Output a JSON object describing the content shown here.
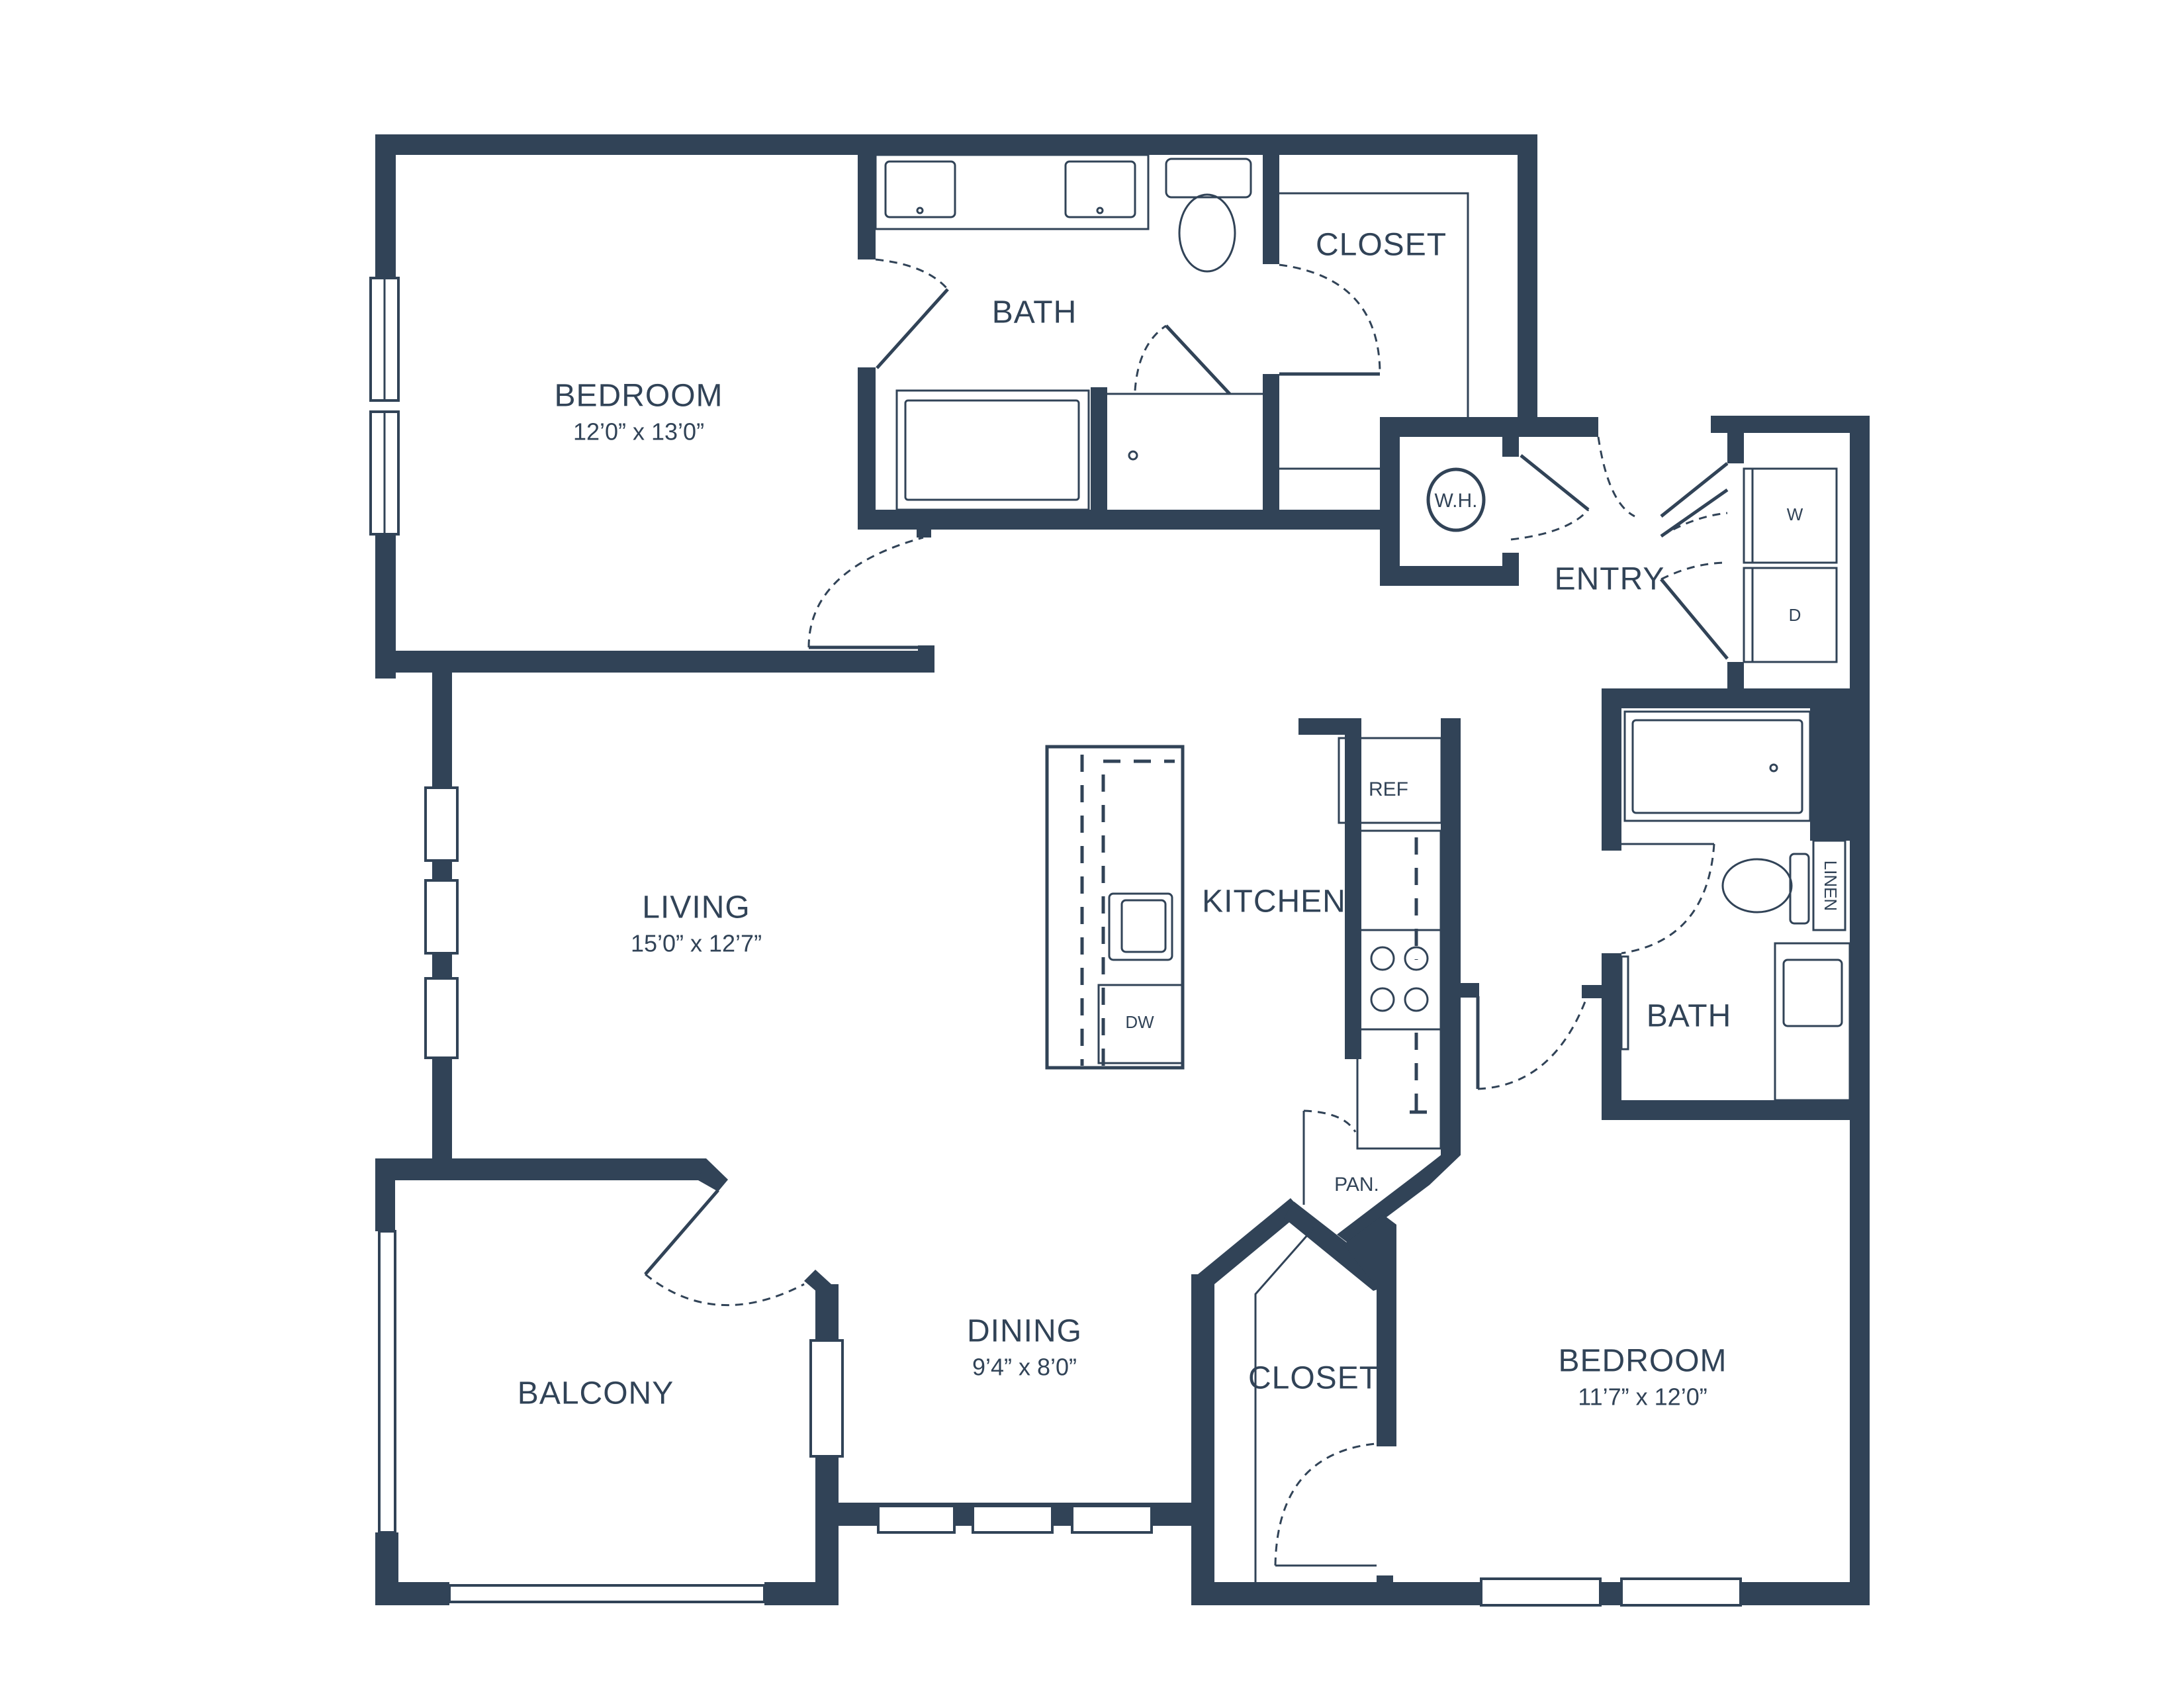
{
  "plan": {
    "wall_color": "#314357",
    "background": "#ffffff",
    "rooms": [
      {
        "id": "bedroom-1",
        "label": "BEDROOM",
        "dimensions": "12’0” x 13’0”"
      },
      {
        "id": "bath-1",
        "label": "BATH"
      },
      {
        "id": "closet-1",
        "label": "CLOSET"
      },
      {
        "id": "entry",
        "label": "ENTRY"
      },
      {
        "id": "living",
        "label": "LIVING",
        "dimensions": "15’0” x 12’7”"
      },
      {
        "id": "kitchen",
        "label": "KITCHEN"
      },
      {
        "id": "bath-2",
        "label": "BATH"
      },
      {
        "id": "balcony",
        "label": "BALCONY"
      },
      {
        "id": "dining",
        "label": "DINING",
        "dimensions": "9’4” x 8’0”"
      },
      {
        "id": "closet-2",
        "label": "CLOSET"
      },
      {
        "id": "bedroom-2",
        "label": "BEDROOM",
        "dimensions": "11’7” x 12’0”"
      }
    ],
    "fixtures": {
      "water_heater": "W.H.",
      "washer": "W",
      "dryer": "D",
      "refrigerator": "REF",
      "dishwasher": "DW",
      "linen": "LINEN",
      "pantry": "PAN."
    }
  }
}
